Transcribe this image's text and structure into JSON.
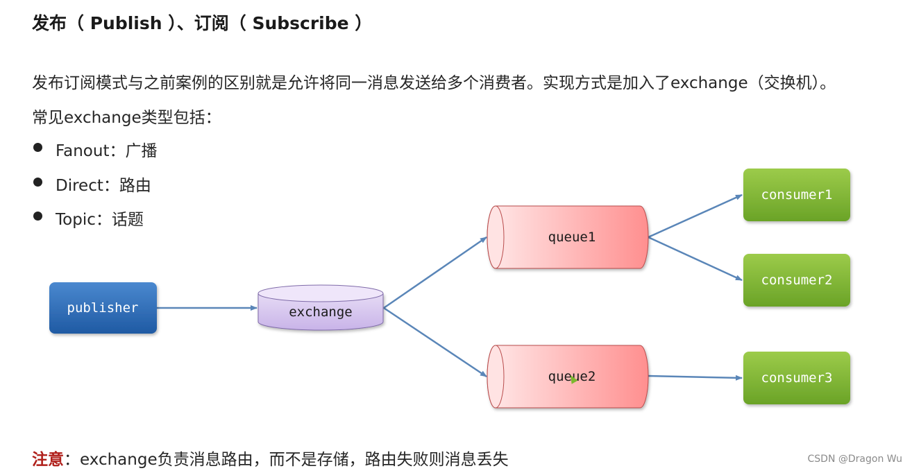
{
  "title": "发布（ Publish ）、订阅（ Subscribe ）",
  "paragraph1": "发布订阅模式与之前案例的区别就是允许将同一消息发送给多个消费者。实现方式是加入了exchange（交换机）。",
  "paragraph2": "常见exchange类型包括：",
  "bullets": [
    "Fanout：广播",
    "Direct：路由",
    "Topic：话题"
  ],
  "diagram": {
    "publisher": "publisher",
    "exchange": "exchange",
    "queues": [
      "queue1",
      "queue2"
    ],
    "consumers": [
      "consumer1",
      "consumer2",
      "consumer3"
    ],
    "colors": {
      "publisher": "#2f6db5",
      "exchange": "#d8c8ee",
      "queue": "#ffbdbd",
      "consumer": "#7cb42f",
      "arrow": "#5a86b8"
    }
  },
  "note": {
    "label": "注意",
    "text": "：exchange负责消息路由，而不是存储，路由失败则消息丢失"
  },
  "watermark": "CSDN @Dragon   Wu"
}
